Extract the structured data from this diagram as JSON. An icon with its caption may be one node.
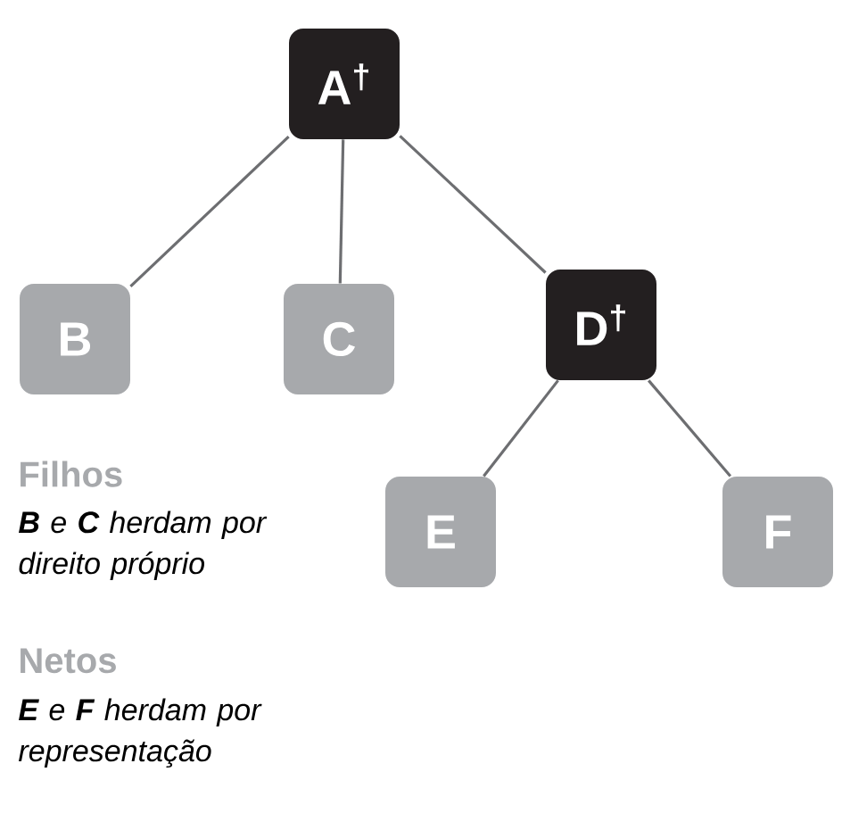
{
  "diagram": {
    "nodes": [
      {
        "text": [
          "A$^{†}$"
        ]
      },
      {
        "text": [
          "B"
        ]
      },
      {
        "text": [
          "C"
        ]
      },
      {
        "text": [
          "D$^{†}$"
        ]
      },
      {
        "text": [
          "E"
        ]
      },
      {
        "text": [
          "F"
        ]
      }
    ],
    "edges": [
      {
        "from": 0,
        "to": 1,
        "arrow": "none"
      },
      {
        "from": 0,
        "to": 2,
        "arrow": "none"
      },
      {
        "from": 0,
        "to": 3,
        "arrow": "none"
      },
      {
        "from": 3,
        "to": 4,
        "arrow": "none"
      },
      {
        "from": 3,
        "to": 5,
        "arrow": "none"
      }
    ],
    "labels": [
      "Filhos",
      "**B** e **C** herdam por direito próprio",
      "Netos",
      "**E** e **F** herdam por representação"
    ]
  }
}
